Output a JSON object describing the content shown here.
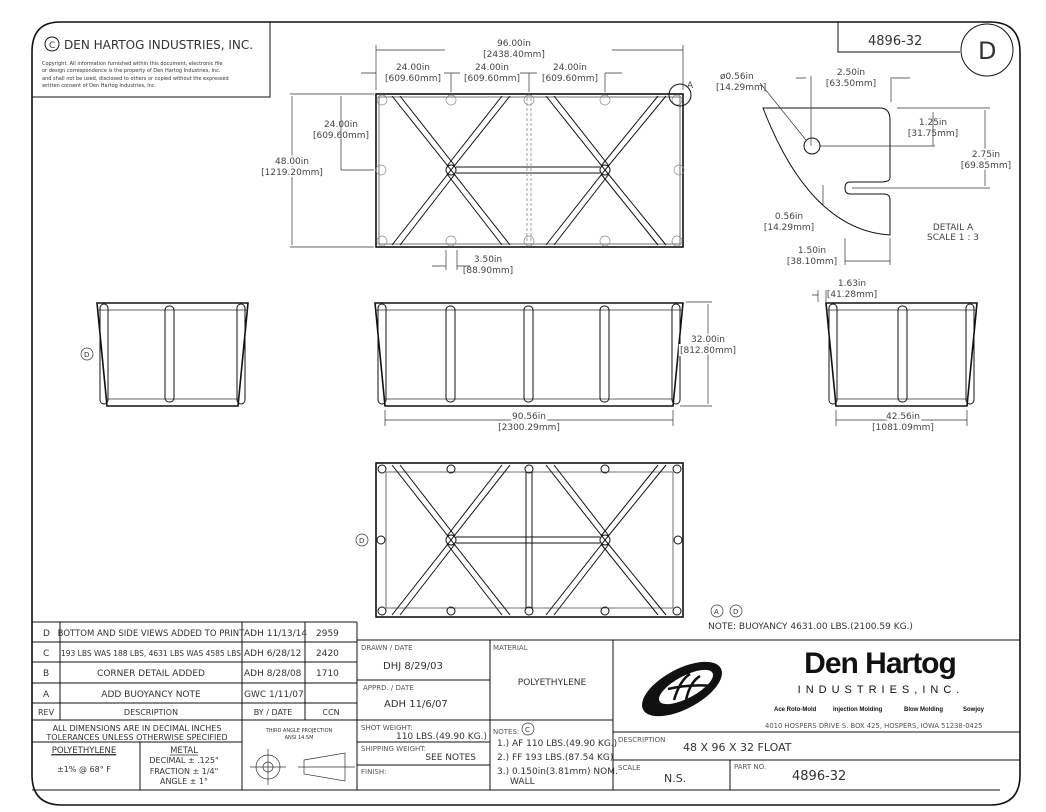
{
  "company_header": {
    "title": "DEN HARTOG INDUSTRIES, INC.",
    "copyright_lines": [
      "Copyright. All information furnished within this document, electronic file",
      "or design correspondence is the property of Den Hartog Industries, Inc.",
      "and shall not be used, disclosed to others or copied without the expressed",
      "written consent of Den Hartog Industries, Inc."
    ]
  },
  "part_number_box": {
    "part_no": "4896-32",
    "revision": "D"
  },
  "top_view": {
    "overall_width": [
      "96.00in",
      "[2438.40mm]"
    ],
    "spacing": [
      [
        "24.00in",
        "[609.60mm]"
      ],
      [
        "24.00in",
        "[609.60mm]"
      ],
      [
        "24.00in",
        "[609.60mm]"
      ]
    ],
    "half_height": [
      "24.00in",
      "[609.60mm]"
    ],
    "height": [
      "48.00in",
      "[1219.20mm]"
    ],
    "post_width": [
      "3.50in",
      "[88.90mm]"
    ],
    "detail_callout": "A"
  },
  "detail_a": {
    "hole_dia": [
      "ø0.56in",
      "[14.29mm]"
    ],
    "width": [
      "2.50in",
      "[63.50mm]"
    ],
    "hole_offset": [
      "1.25in",
      "[31.75mm]"
    ],
    "height": [
      "2.75in",
      "[69.85mm]"
    ],
    "slot": [
      "0.56in",
      "[14.29mm]"
    ],
    "slot_depth": [
      "1.50in",
      "[38.10mm]"
    ],
    "title": "DETAIL A",
    "scale": "SCALE 1 : 3"
  },
  "side_views": {
    "left_callout": "D",
    "front_height": [
      "32.00in",
      "[812.80mm]"
    ],
    "front_bottom_width": [
      "90.56in",
      "[2300.29mm]"
    ],
    "right_top_offset": [
      "1.63in",
      "[41.28mm]"
    ],
    "right_bottom_width": [
      "42.56in",
      "[1081.09mm]"
    ],
    "bottom_view_callout": "D"
  },
  "buoyancy_note": {
    "callouts": [
      "A",
      "D"
    ],
    "text": "NOTE: BUOYANCY 4631.00 LBS.(2100.59 KG.)"
  },
  "revision_table": {
    "rows": [
      {
        "rev": "D",
        "description": "BOTTOM AND SIDE VIEWS ADDED TO PRINT",
        "by_date": "ADH 11/13/14",
        "ccn": "2959"
      },
      {
        "rev": "C",
        "description": "193 LBS WAS 188 LBS, 4631 LBS WAS 4585 LBS",
        "by_date": "ADH 6/28/12",
        "ccn": "2420"
      },
      {
        "rev": "B",
        "description": "CORNER DETAIL ADDED",
        "by_date": "ADH 8/28/08",
        "ccn": "1710"
      },
      {
        "rev": "A",
        "description": "ADD BUOYANCY NOTE",
        "by_date": "GWC 1/11/07",
        "ccn": ""
      }
    ],
    "headers": {
      "rev": "REV",
      "description": "DESCRIPTION",
      "by_date": "BY / DATE",
      "ccn": "CCN"
    }
  },
  "tolerances": {
    "line1": "ALL DIMENSIONS ARE IN DECIMAL INCHES",
    "line2": "TOLERANCES UNLESS OTHERWISE SPECIFIED",
    "poly_title": "POLYETHYLENE",
    "poly_value": "±1% @ 68° F",
    "metal_title": "METAL",
    "metal_decimal": "DECIMAL ± .125\"",
    "metal_fraction": "FRACTION ± 1/4\"",
    "metal_angle": "ANGLE ± 1°",
    "projection_line1": "THIRD ANGLE PROJECTION",
    "projection_line2": "ANSI 14.5M"
  },
  "title_block": {
    "drawn_label": "DRAWN / DATE",
    "drawn_value": "DHJ 8/29/03",
    "appr_label": "APPRD. / DATE",
    "appr_value": "ADH 11/6/07",
    "material_label": "MATERIAL",
    "material_value": "POLYETHYLENE",
    "shot_weight_label": "SHOT WEIGHT:",
    "shot_weight_value": "110 LBS.(49.90 KG.)",
    "shipping_weight_label": "SHIPPING WEIGHT:",
    "shipping_weight_value": "SEE NOTES",
    "finish_label": "FINISH:",
    "notes_label": "NOTES:",
    "notes_callout": "C",
    "notes": [
      "1.) AF 110 LBS.(49.90 KG.)",
      "2.) FF 193 LBS.(87.54 KG)",
      "3.) 0.150in(3.81mm) NOM.",
      "WALL"
    ],
    "description_label": "DESCRIPTION",
    "description_value": "48 X 96 X 32 FLOAT",
    "scale_label": "SCALE",
    "scale_value": "N.S.",
    "part_no_label": "PART NO.",
    "part_no_value": "4896-32"
  },
  "logo": {
    "name": "Den Hartog",
    "subtitle": "INDUSTRIES,INC.",
    "services": [
      "Ace Roto-Mold",
      "Injection Molding",
      "Blow Molding",
      "Sowjoy"
    ],
    "address": "4010 HOSPERS DRIVE S.  BOX 425, HOSPERS, IOWA 51238-0425"
  }
}
